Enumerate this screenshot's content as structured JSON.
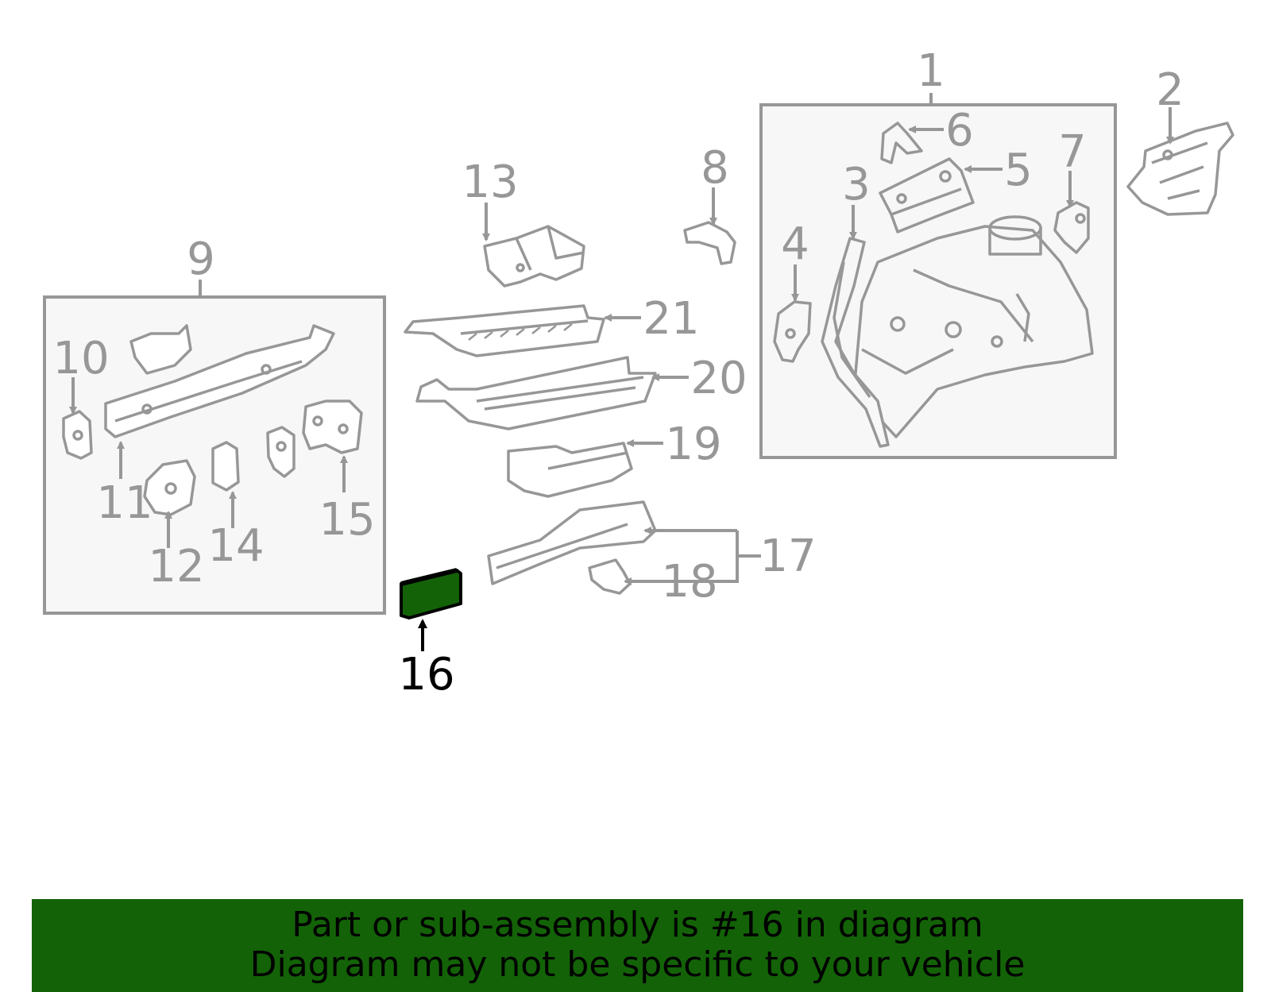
{
  "colors": {
    "line": "#979797",
    "box_fill": "#f7f7f7",
    "highlight": "#136207",
    "highlight_text": "#000000",
    "banner_bg": "#136207"
  },
  "callouts": [
    "1",
    "2",
    "3",
    "4",
    "5",
    "6",
    "7",
    "8",
    "9",
    "10",
    "11",
    "12",
    "13",
    "14",
    "15",
    "16",
    "17",
    "18",
    "19",
    "20",
    "21"
  ],
  "highlighted_part": "16",
  "banner": {
    "line1": "Part or sub-assembly is #16 in diagram",
    "line2": "Diagram may not be specific to your vehicle"
  }
}
